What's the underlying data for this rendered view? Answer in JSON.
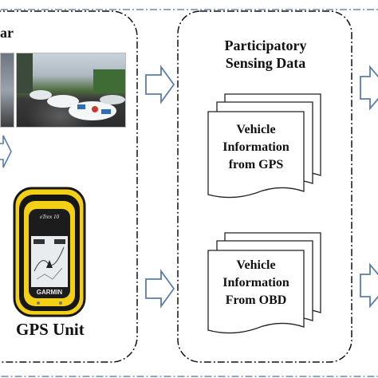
{
  "left_panel": {
    "title_fragment": "ar",
    "device_label": "GPS Unit",
    "device_brand": "GARMIN",
    "device_model": "eTrex 10"
  },
  "center_panel": {
    "title_line1": "Participatory",
    "title_line2": "Sensing Data",
    "doc1": {
      "line1": "Vehicle",
      "line2": "Information",
      "line3": "from GPS"
    },
    "doc2": {
      "line1": "Vehicle",
      "line2": "Information",
      "line3": "From OBD"
    }
  },
  "colors": {
    "border": "#6f8cab",
    "arrow": "#5a7ea8",
    "device_yellow": "#f3cf16",
    "device_black": "#161616"
  }
}
